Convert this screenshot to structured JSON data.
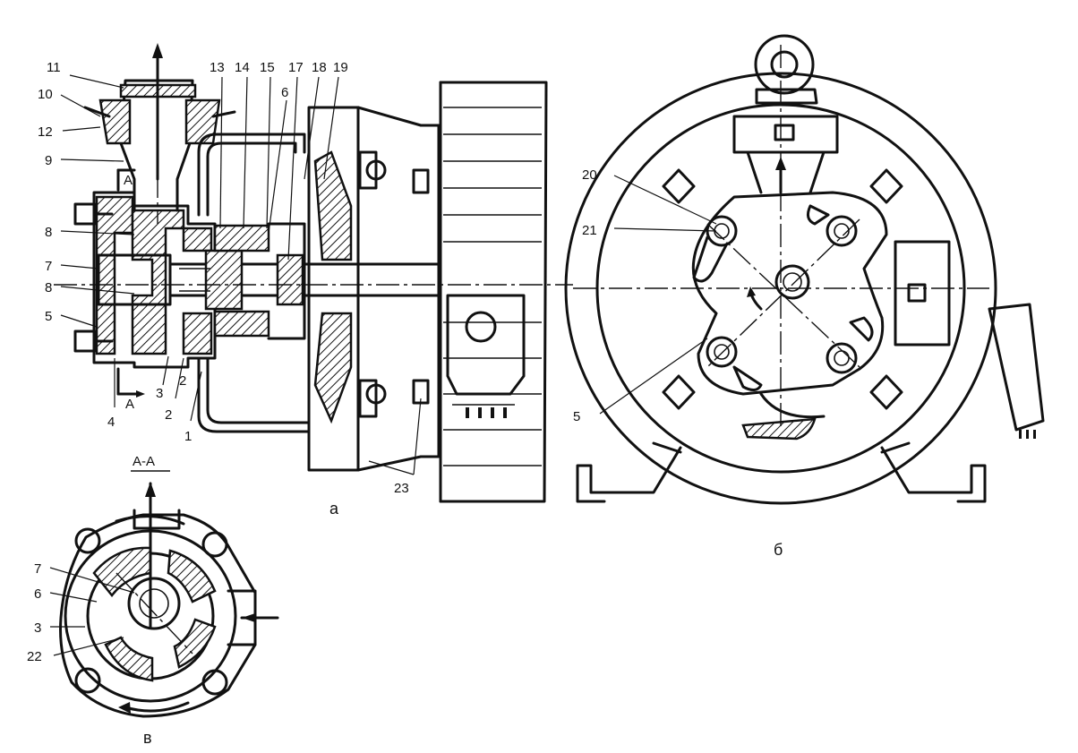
{
  "view_a": {
    "caption": "а",
    "labels": [
      "11",
      "10",
      "12",
      "9",
      "8",
      "7",
      "8",
      "5",
      "4",
      "3",
      "2",
      "2",
      "1",
      "13",
      "14",
      "15",
      "6",
      "17",
      "18",
      "19",
      "23"
    ],
    "section_mark": "А",
    "section_mark_lower": "А"
  },
  "view_b": {
    "caption": "б",
    "labels": [
      "20",
      "21",
      "5"
    ]
  },
  "view_c": {
    "caption": "в",
    "section_title": "А-А",
    "labels": [
      "7",
      "6",
      "3",
      "22"
    ]
  }
}
